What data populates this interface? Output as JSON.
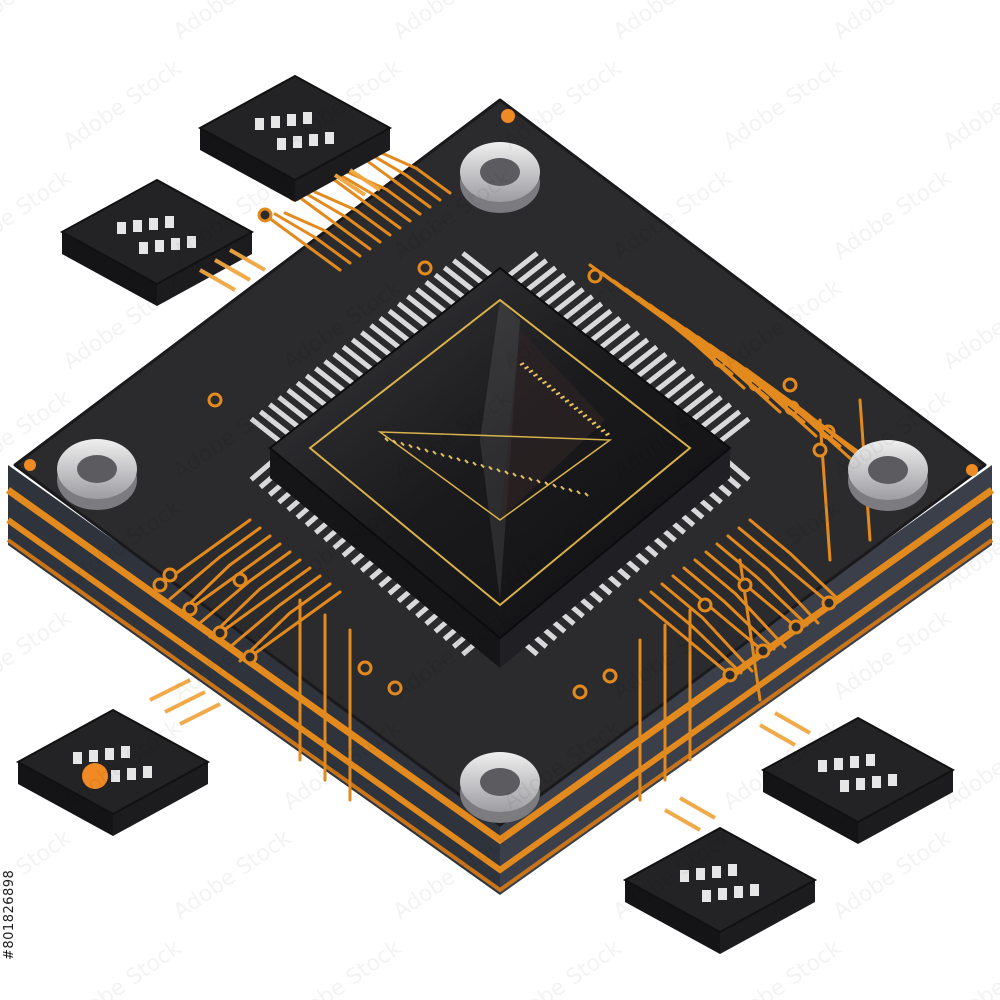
{
  "image": {
    "subject": "isometric microprocessor chip on circuit board with surrounding memory modules",
    "watermark_text": "Adobe Stock",
    "stock_id": "#801826898",
    "colors": {
      "background": "#ffffff",
      "board_top": "#2b2b2d",
      "board_side": "#3a3f4a",
      "trace": "#e38a1f",
      "trace_light": "#f0a640",
      "chip_body": "#1e1e20",
      "chip_gold": "#d8b24a",
      "pin": "#d9d9dc",
      "mount_ring": "#c9c9cc",
      "module": "#232325",
      "orange_dot": "#f08a24"
    }
  }
}
